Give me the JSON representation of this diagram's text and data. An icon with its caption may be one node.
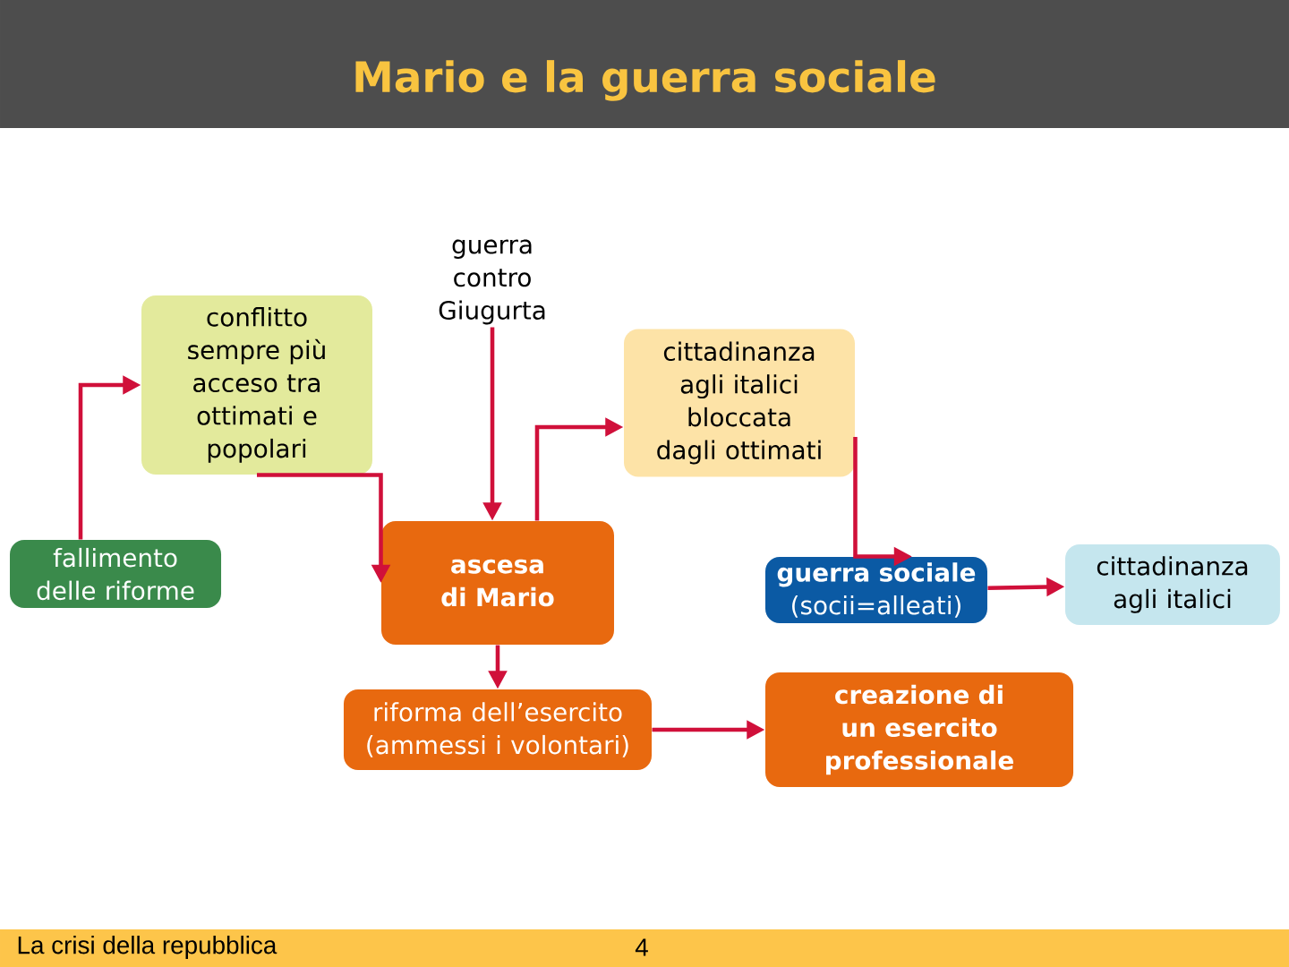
{
  "diagram": {
    "title": "Mario e la guerra sociale",
    "nodes": [
      {
        "text": [
          "conflitto sempre più acceso tra ottimati e popolari"
        ]
      },
      {
        "text": [
          "guerra contro Giugurta"
        ]
      },
      {
        "text": [
          "cittadinanza agli italici bloccata dagli ottimati"
        ]
      },
      {
        "text": [
          "fallimento delle riforme"
        ]
      },
      {
        "text": [
          "ascesa di Mario"
        ]
      },
      {
        "text": [
          "guerra sociale",
          "(socii=alleati)"
        ]
      },
      {
        "text": [
          "cittadinanza agli italici"
        ]
      },
      {
        "text": [
          "riforma dell’esercito (ammessi i volontari)"
        ]
      },
      {
        "text": [
          "creazione di un esercito professionale"
        ]
      }
    ],
    "edges": [
      {
        "from": 3,
        "to": 0,
        "arrow": "to"
      },
      {
        "from": 0,
        "to": 4,
        "arrow": "to"
      },
      {
        "from": 1,
        "to": 4,
        "arrow": "to"
      },
      {
        "from": 4,
        "to": 2,
        "arrow": "to"
      },
      {
        "from": 2,
        "to": 5,
        "arrow": "to"
      },
      {
        "from": 5,
        "to": 6,
        "arrow": "to"
      },
      {
        "from": 4,
        "to": 7,
        "arrow": "to"
      },
      {
        "from": 7,
        "to": 8,
        "arrow": "to"
      }
    ],
    "labels": [
      "La crisi della repubblica",
      "4"
    ]
  }
}
